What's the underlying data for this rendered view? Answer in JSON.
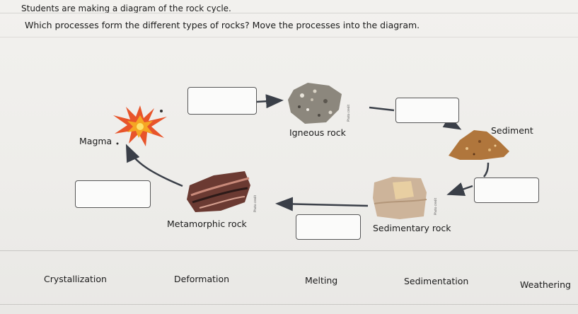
{
  "header": {
    "intro": "Students are making a diagram of the rock cycle.",
    "question": "Which processes form the different types of rocks? Move the processes into the diagram."
  },
  "diagram": {
    "labels": {
      "magma": "Magma",
      "igneous": "Igneous rock",
      "sediment": "Sediment",
      "metamorphic": "Metamorphic rock",
      "sedimentary": "Sedimentary rock"
    }
  },
  "processes": [
    "Crystallization",
    "Deformation",
    "Melting",
    "Sedimentation",
    "Weathering"
  ],
  "colors": {
    "arrow": "#3a3f48",
    "magma_orange": "#e8542a",
    "sediment_brown": "#b0763c"
  }
}
